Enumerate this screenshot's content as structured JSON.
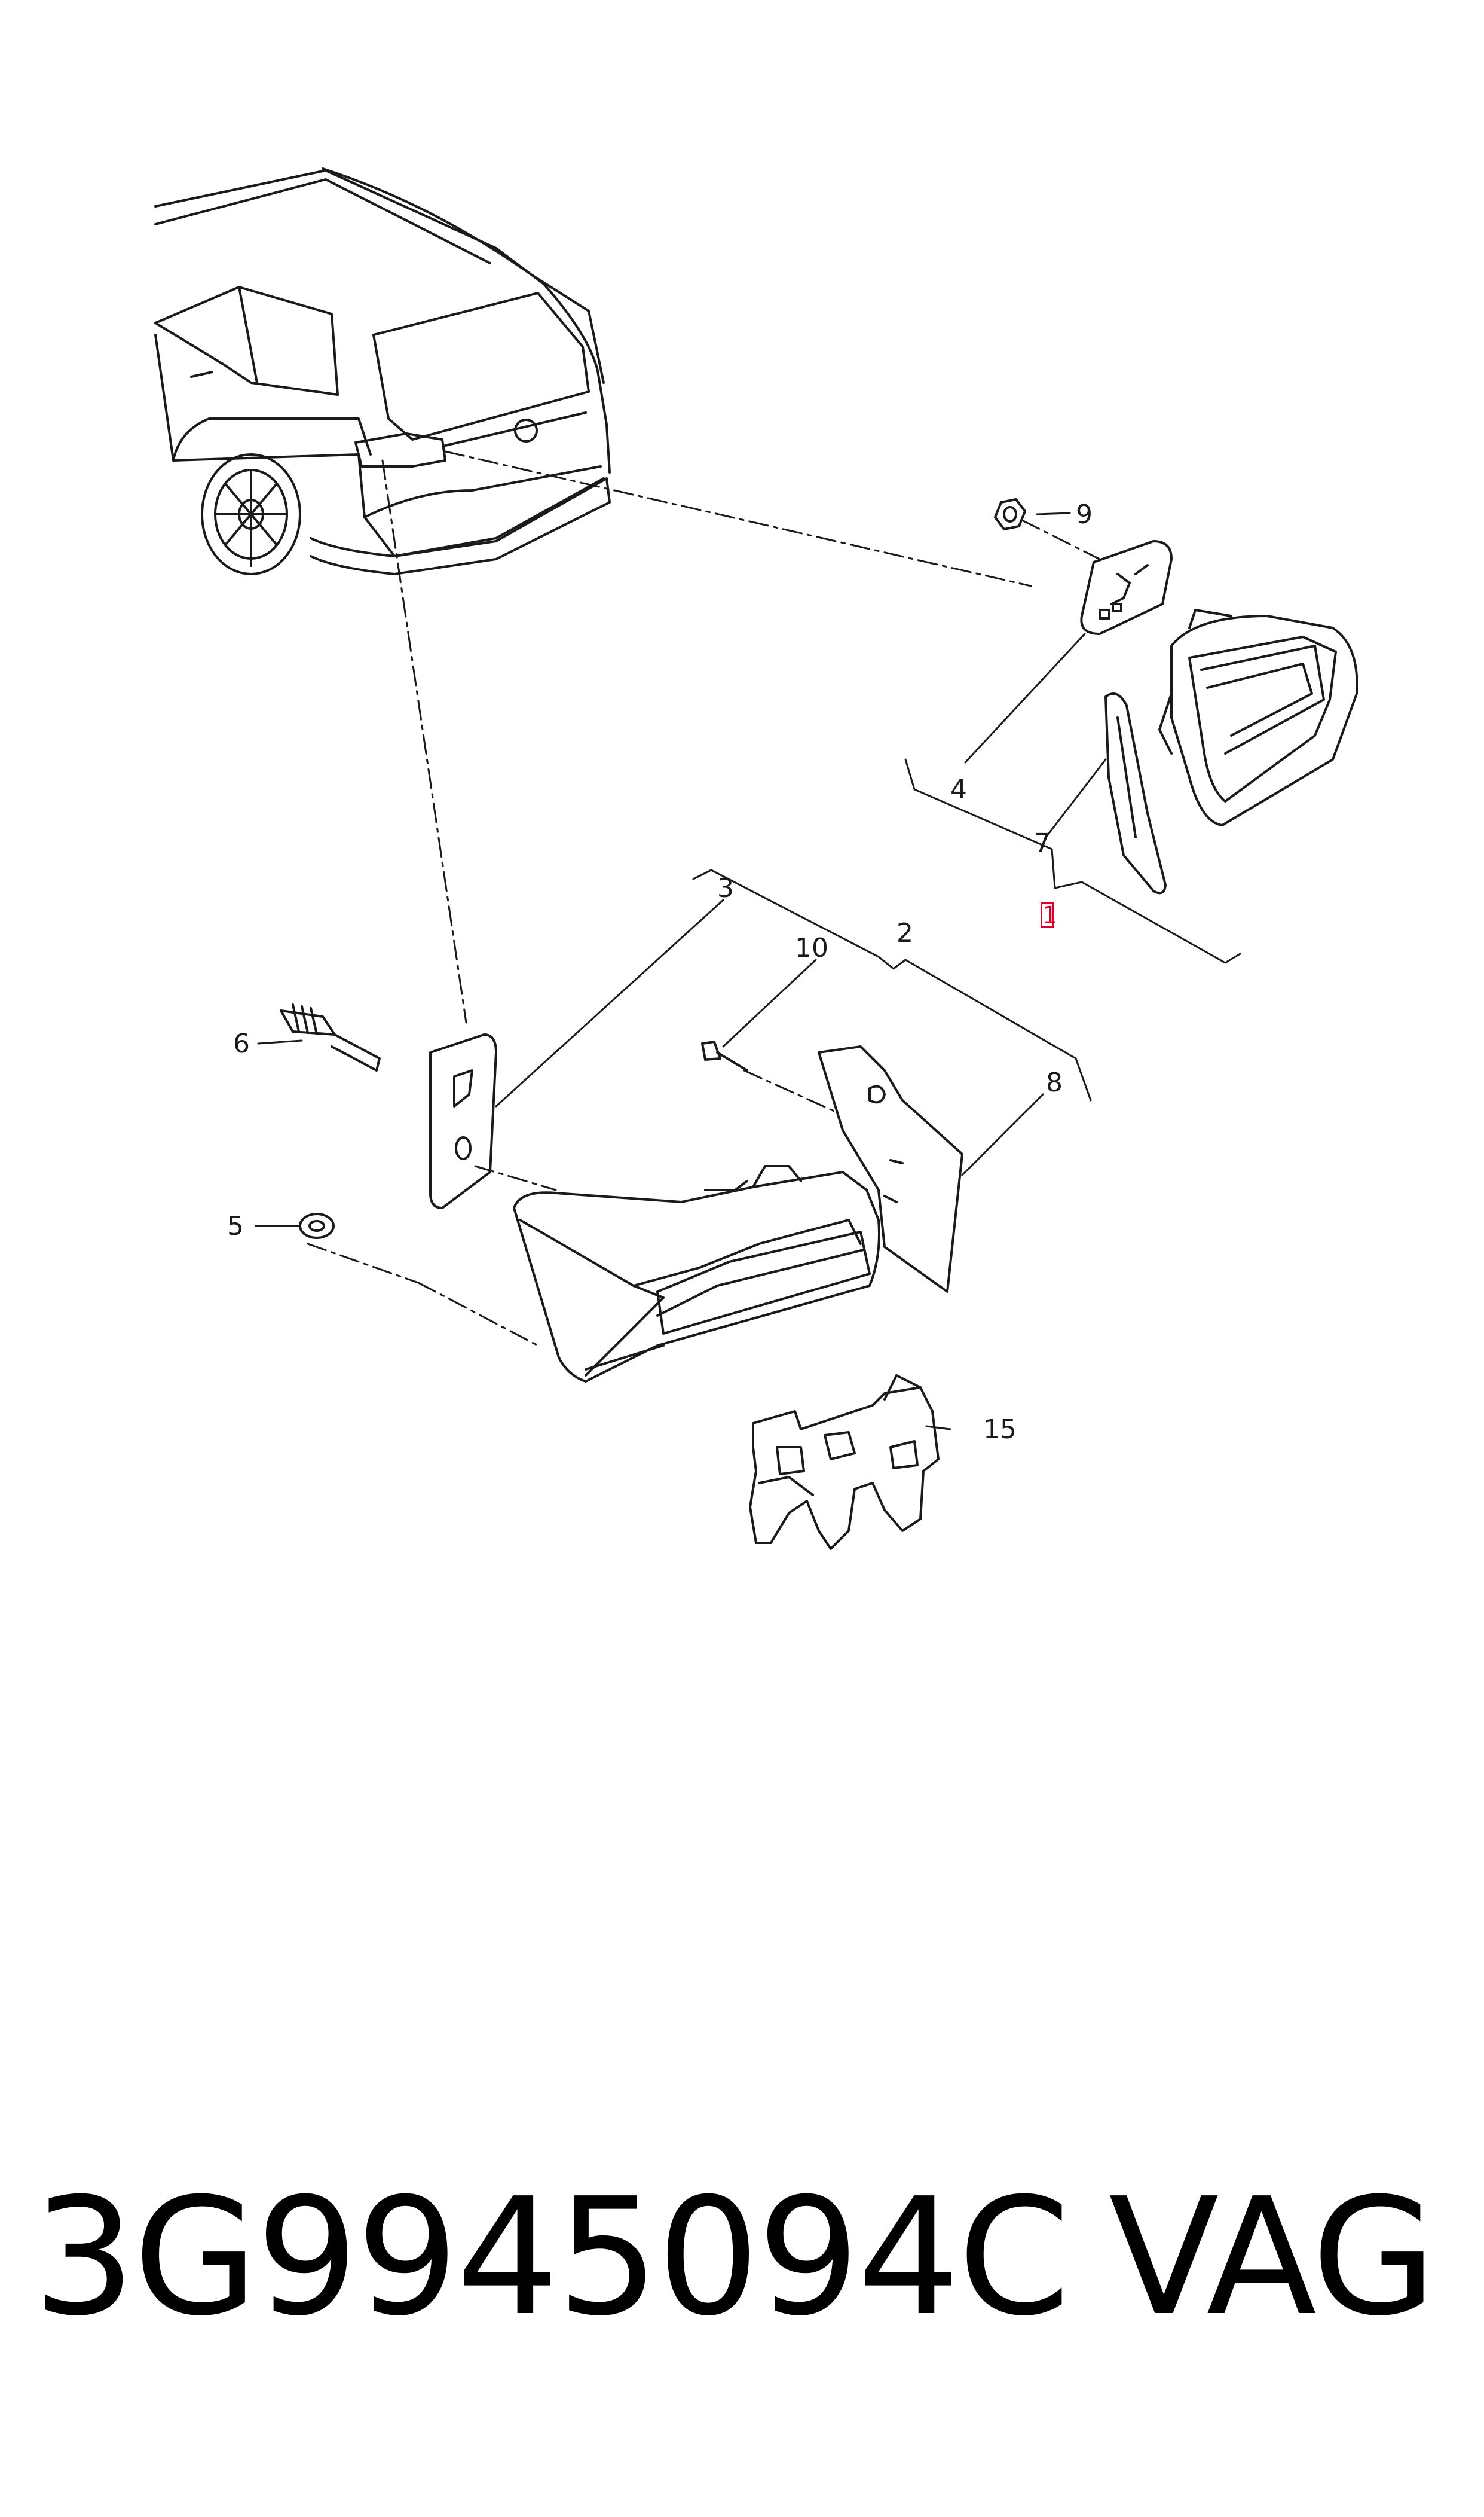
{
  "callouts": {
    "c1": "1",
    "c2": "2",
    "c3": "3",
    "c4": "4",
    "c5": "5",
    "c6": "6",
    "c7": "7",
    "c8": "8",
    "c9": "9",
    "c10": "10",
    "c15": "15"
  },
  "footer": {
    "part_number": "3G9945094C",
    "brand": "VAG"
  }
}
